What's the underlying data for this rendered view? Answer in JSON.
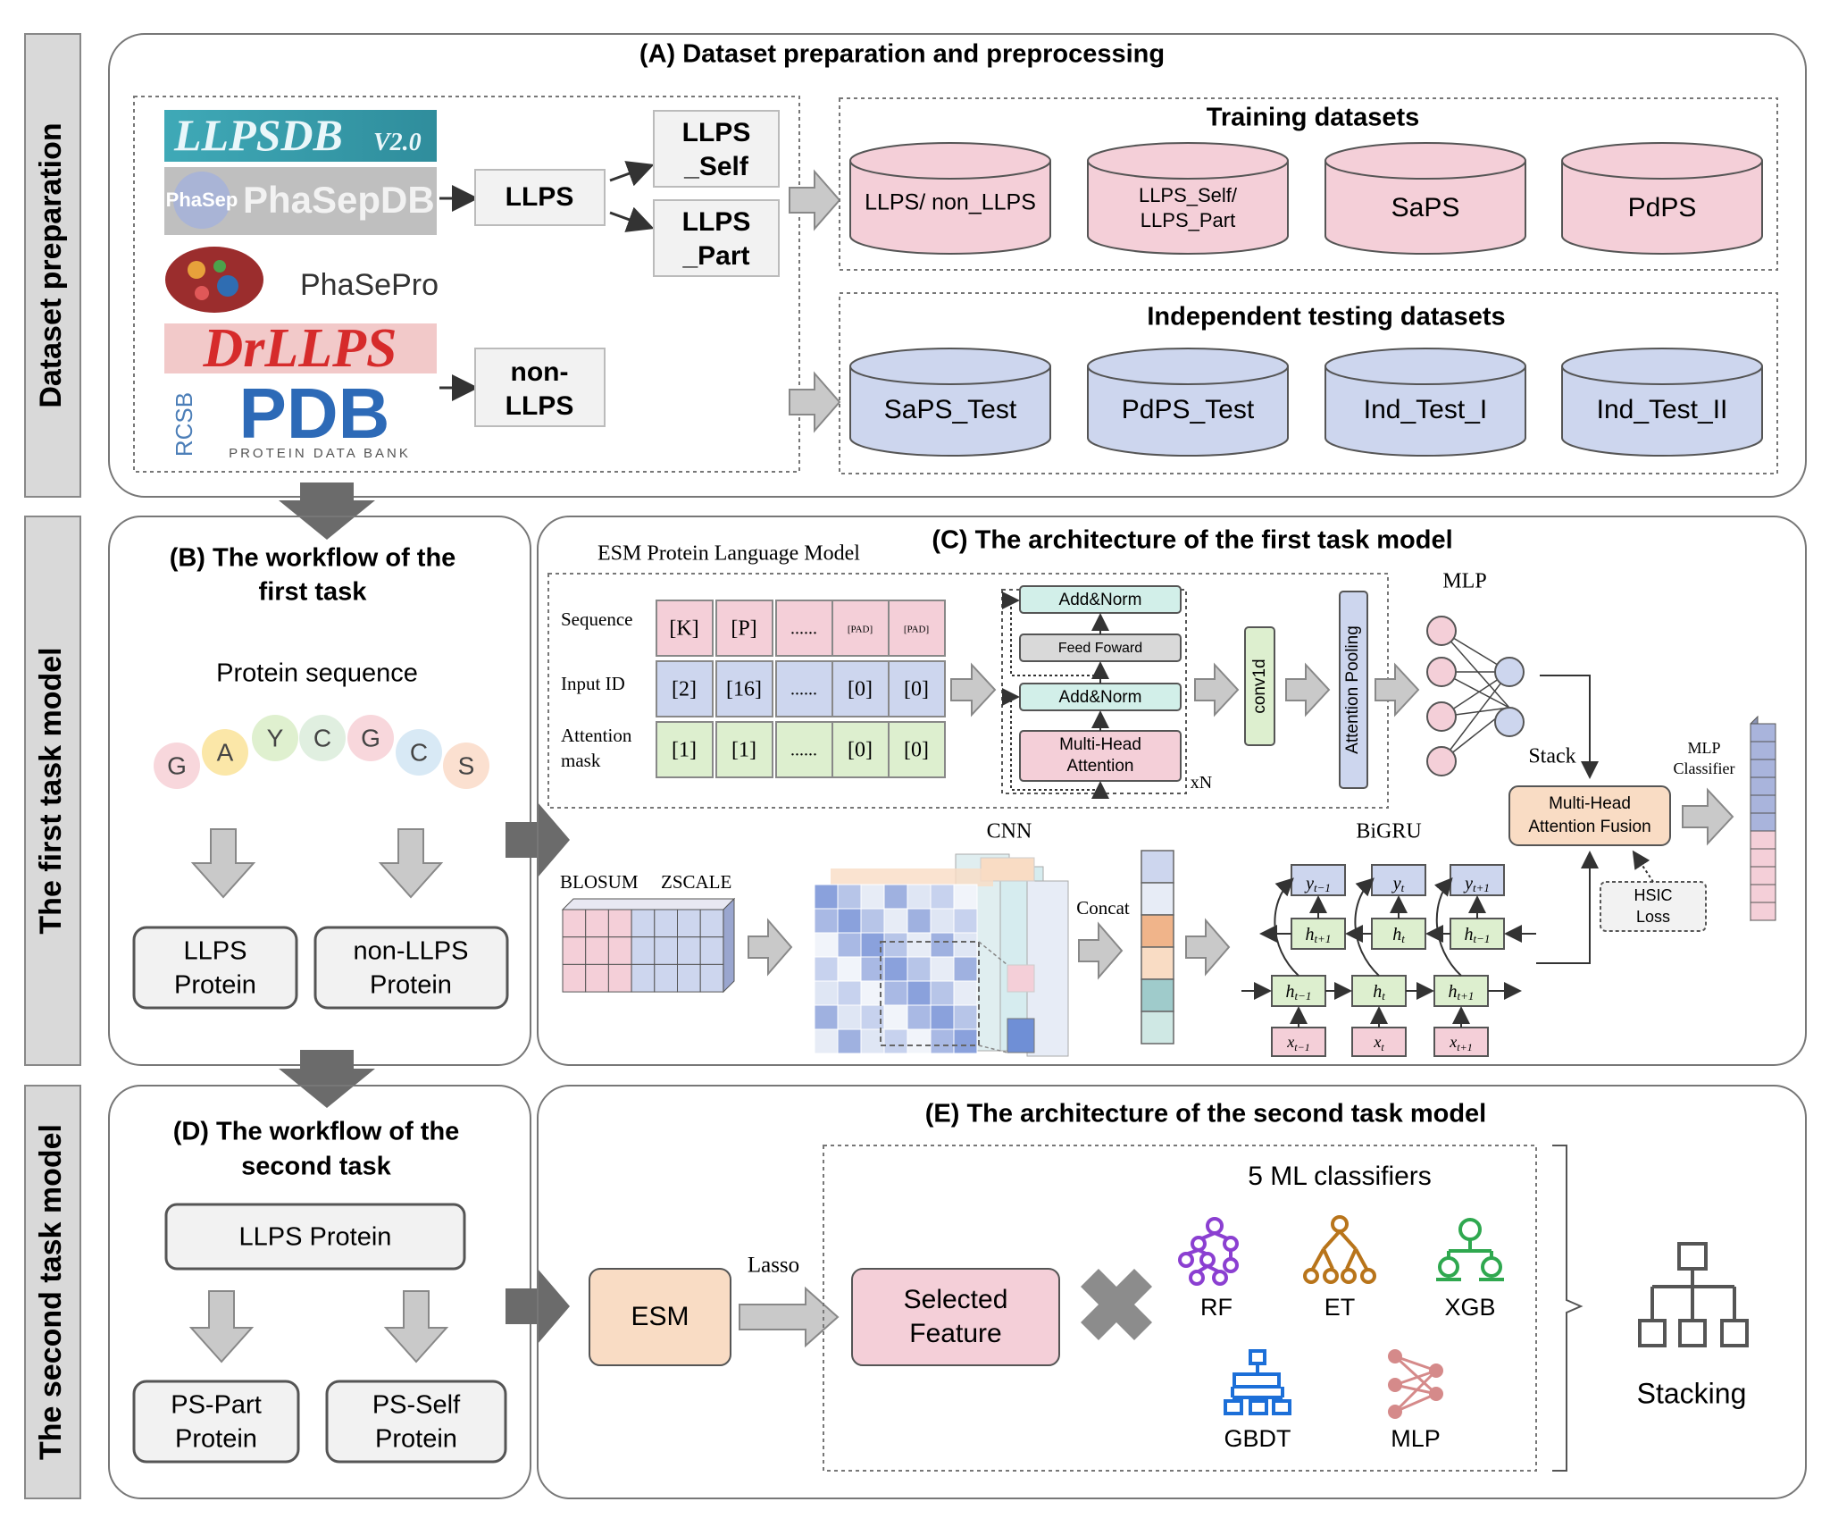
{
  "side_labels": {
    "dataset": "Dataset preparation",
    "first": "The first task model",
    "second": "The second task model"
  },
  "panel_a": {
    "title": "(A) Dataset preparation and preprocessing",
    "databases": [
      "LLPSDB V2.0",
      "PhaSepDB",
      "PhaSePro",
      "DrLLPS",
      "PDB"
    ],
    "pdb_caption": "PROTEIN DATA BANK",
    "rcsb": "RCSB",
    "phasep_badge": "PhaSep",
    "llps": "LLPS",
    "non_llps_1": "non-",
    "non_llps_2": "LLPS",
    "llps_self_1": "LLPS",
    "llps_self_2": "_Self",
    "llps_part_1": "LLPS",
    "llps_part_2": "_Part",
    "training_title": "Training datasets",
    "training": [
      "LLPS/ non_LLPS",
      "LLPS_Self/",
      "LLPS_Part",
      "SaPS",
      "PdPS"
    ],
    "testing_title": "Independent testing datasets",
    "testing": [
      "SaPS_Test",
      "PdPS_Test",
      "Ind_Test_I",
      "Ind_Test_II"
    ]
  },
  "panel_b": {
    "title_1": "(B) The workflow of the",
    "title_2": "first task",
    "protein_sequence": "Protein sequence",
    "letters": [
      "G",
      "A",
      "Y",
      "C",
      "G",
      "C",
      "S"
    ],
    "out1_1": "LLPS",
    "out1_2": "Protein",
    "out2_1": "non-LLPS",
    "out2_2": "Protein"
  },
  "panel_c": {
    "title": "(C) The architecture of the first task model",
    "esm_title": "ESM Protein Language Model",
    "row_labels": [
      "Sequence",
      "Input ID",
      "Attention",
      "mask"
    ],
    "seq_tokens": [
      "[K]",
      "[P]",
      "......",
      "[PAD]",
      "[PAD]"
    ],
    "id_tokens": [
      "[2]",
      "[16]",
      "......",
      "[0]",
      "[0]"
    ],
    "mask_tokens": [
      "[1]",
      "[1]",
      "......",
      "[0]",
      "[0]"
    ],
    "add_norm": "Add&Norm",
    "feed_forward": "Feed Foward",
    "mha_1": "Multi-Head",
    "mha_2": "Attention",
    "xn": "xN",
    "conv1d": "conv1d",
    "attention_pooling": "Attention Pooling",
    "mlp": "MLP",
    "stack": "Stack",
    "fusion_1": "Multi-Head",
    "fusion_2": "Attention Fusion",
    "hsic_1": "HSIC",
    "hsic_2": "Loss",
    "mlp_classifier_1": "MLP",
    "mlp_classifier_2": "Classifier",
    "blosum": "BLOSUM",
    "zscale": "ZSCALE",
    "cnn": "CNN",
    "concat": "Concat",
    "bigru": "BiGRU",
    "y_labels": [
      "y",
      "y",
      "y"
    ],
    "y_subs": [
      "t−1",
      "t",
      "t+1"
    ],
    "h_top": [
      "h",
      "h",
      "h"
    ],
    "h_top_subs": [
      "t+1",
      "t",
      "t−1"
    ],
    "h_bot_subs": [
      "t−1",
      "t",
      "t+1"
    ],
    "x_subs": [
      "t−1",
      "t",
      "t+1"
    ]
  },
  "panel_d": {
    "title_1": "(D) The workflow of the",
    "title_2": "second task",
    "llps_protein": "LLPS Protein",
    "part_1": "PS-Part",
    "part_2": "Protein",
    "self_1": "PS-Self",
    "self_2": "Protein"
  },
  "panel_e": {
    "title": "(E) The architecture of the second task model",
    "esm": "ESM",
    "lasso": "Lasso",
    "selected_1": "Selected",
    "selected_2": "Feature",
    "classifiers_title": "5 ML classifiers",
    "classifiers": [
      "RF",
      "ET",
      "XGB",
      "GBDT",
      "MLP"
    ],
    "stacking": "Stacking"
  },
  "colors": {
    "pink": "#f4cfd8",
    "blue": "#cdd6ee",
    "green": "#ddefcf",
    "teal": "#d2efe9",
    "grey": "#d9d9d9",
    "peach": "#f9dcc4",
    "purple_icon": "#8b3fd1",
    "brown_icon": "#b8741a",
    "green_icon": "#2fa84f",
    "blue_icon": "#1c6fd8",
    "pink_icon": "#d58a8a"
  }
}
